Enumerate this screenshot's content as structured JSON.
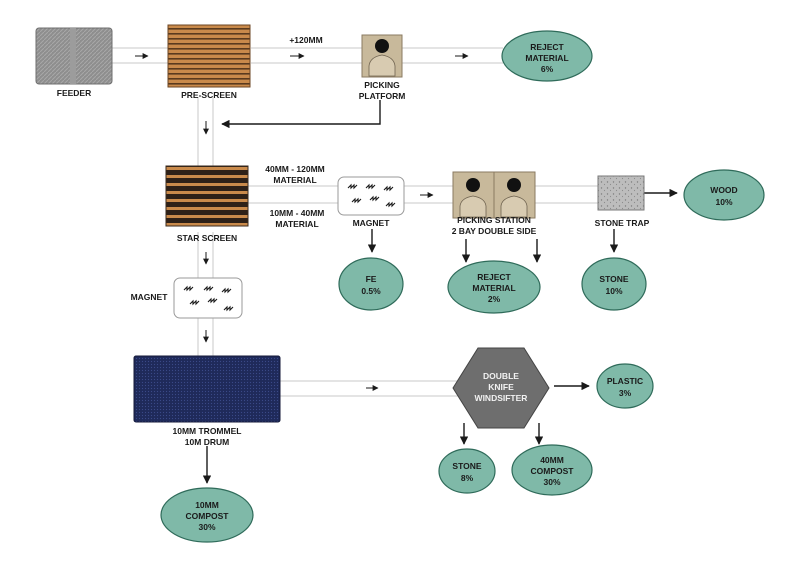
{
  "colors": {
    "output_fill": "#7fb9a8",
    "output_stroke": "#2f6b5a",
    "feeder_fill": "#8c8c8c",
    "screen_wood": "#c98a4b",
    "screen_dark": "#3a2a1c",
    "trommel_fill": "#1f2a5a",
    "windsifter_fill": "#6e6e6e",
    "stone_trap_fill": "#b9b9b9",
    "picker_bg": "#c8b99b",
    "line": "#c8c8c8"
  },
  "nodes": {
    "feeder": "FEEDER",
    "pre_screen": "PRE-SCREEN",
    "picking_platform": [
      "PICKING",
      "PLATFORM"
    ],
    "star_screen": "STAR SCREEN",
    "magnet_1": "MAGNET",
    "picking_station": [
      "PICKING STATION",
      "2 BAY DOUBLE SIDE"
    ],
    "stone_trap": "STONE TRAP",
    "magnet_2": "MAGNET",
    "trommel": [
      "10MM TROMMEL",
      "10M DRUM"
    ],
    "windsifter": [
      "DOUBLE",
      "KNIFE",
      "WINDSIFTER"
    ]
  },
  "flows": {
    "plus_120": "+120MM",
    "mid_fraction": [
      "40MM - 120MM",
      "MATERIAL"
    ],
    "fine_fraction": [
      "10MM - 40MM",
      "MATERIAL"
    ]
  },
  "outputs": {
    "reject_1": [
      "REJECT",
      "MATERIAL",
      "6%"
    ],
    "wood": [
      "WOOD",
      "10%"
    ],
    "fe": [
      "FE",
      "0.5%"
    ],
    "reject_2": [
      "REJECT",
      "MATERIAL",
      "2%"
    ],
    "stone_1": [
      "STONE",
      "10%"
    ],
    "plastic": [
      "PLASTIC",
      "3%"
    ],
    "stone_2": [
      "STONE",
      "8%"
    ],
    "compost_40": [
      "40MM",
      "COMPOST",
      "30%"
    ],
    "compost_10": [
      "10MM",
      "COMPOST",
      "30%"
    ]
  }
}
